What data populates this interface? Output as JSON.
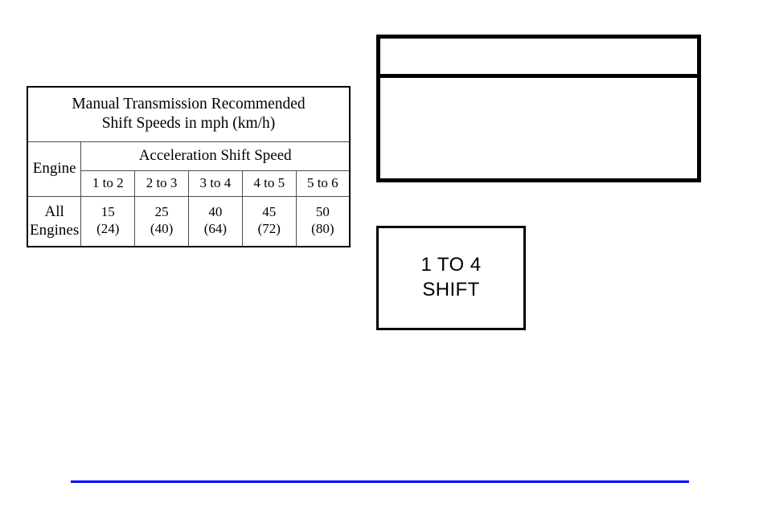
{
  "page": {
    "background_color": "#ffffff",
    "text_color": "#000000"
  },
  "shift_table": {
    "title_line1": "Manual Transmission Recommended",
    "title_line2": "Shift Speeds in mph (km/h)",
    "engine_header": "Engine",
    "group_header": "Acceleration Shift Speed",
    "shift_columns": [
      "1 to 2",
      "2 to 3",
      "3 to 4",
      "4 to 5",
      "5 to 6"
    ],
    "rows": [
      {
        "engine_line1": "All",
        "engine_line2": "Engines",
        "values_mph": [
          "15",
          "25",
          "40",
          "45",
          "50"
        ],
        "values_kmh": [
          "(24)",
          "(40)",
          "(64)",
          "(72)",
          "(80)"
        ]
      }
    ]
  },
  "illustrations": {
    "top_box": {
      "name": "empty-illustration-frame",
      "caption": "",
      "border_color": "#000000"
    },
    "shift_box": {
      "caption_line1": "1 TO 4",
      "caption_line2": "SHIFT",
      "border_color": "#000000"
    }
  },
  "footer": {
    "rule_color": "#0000ff"
  }
}
